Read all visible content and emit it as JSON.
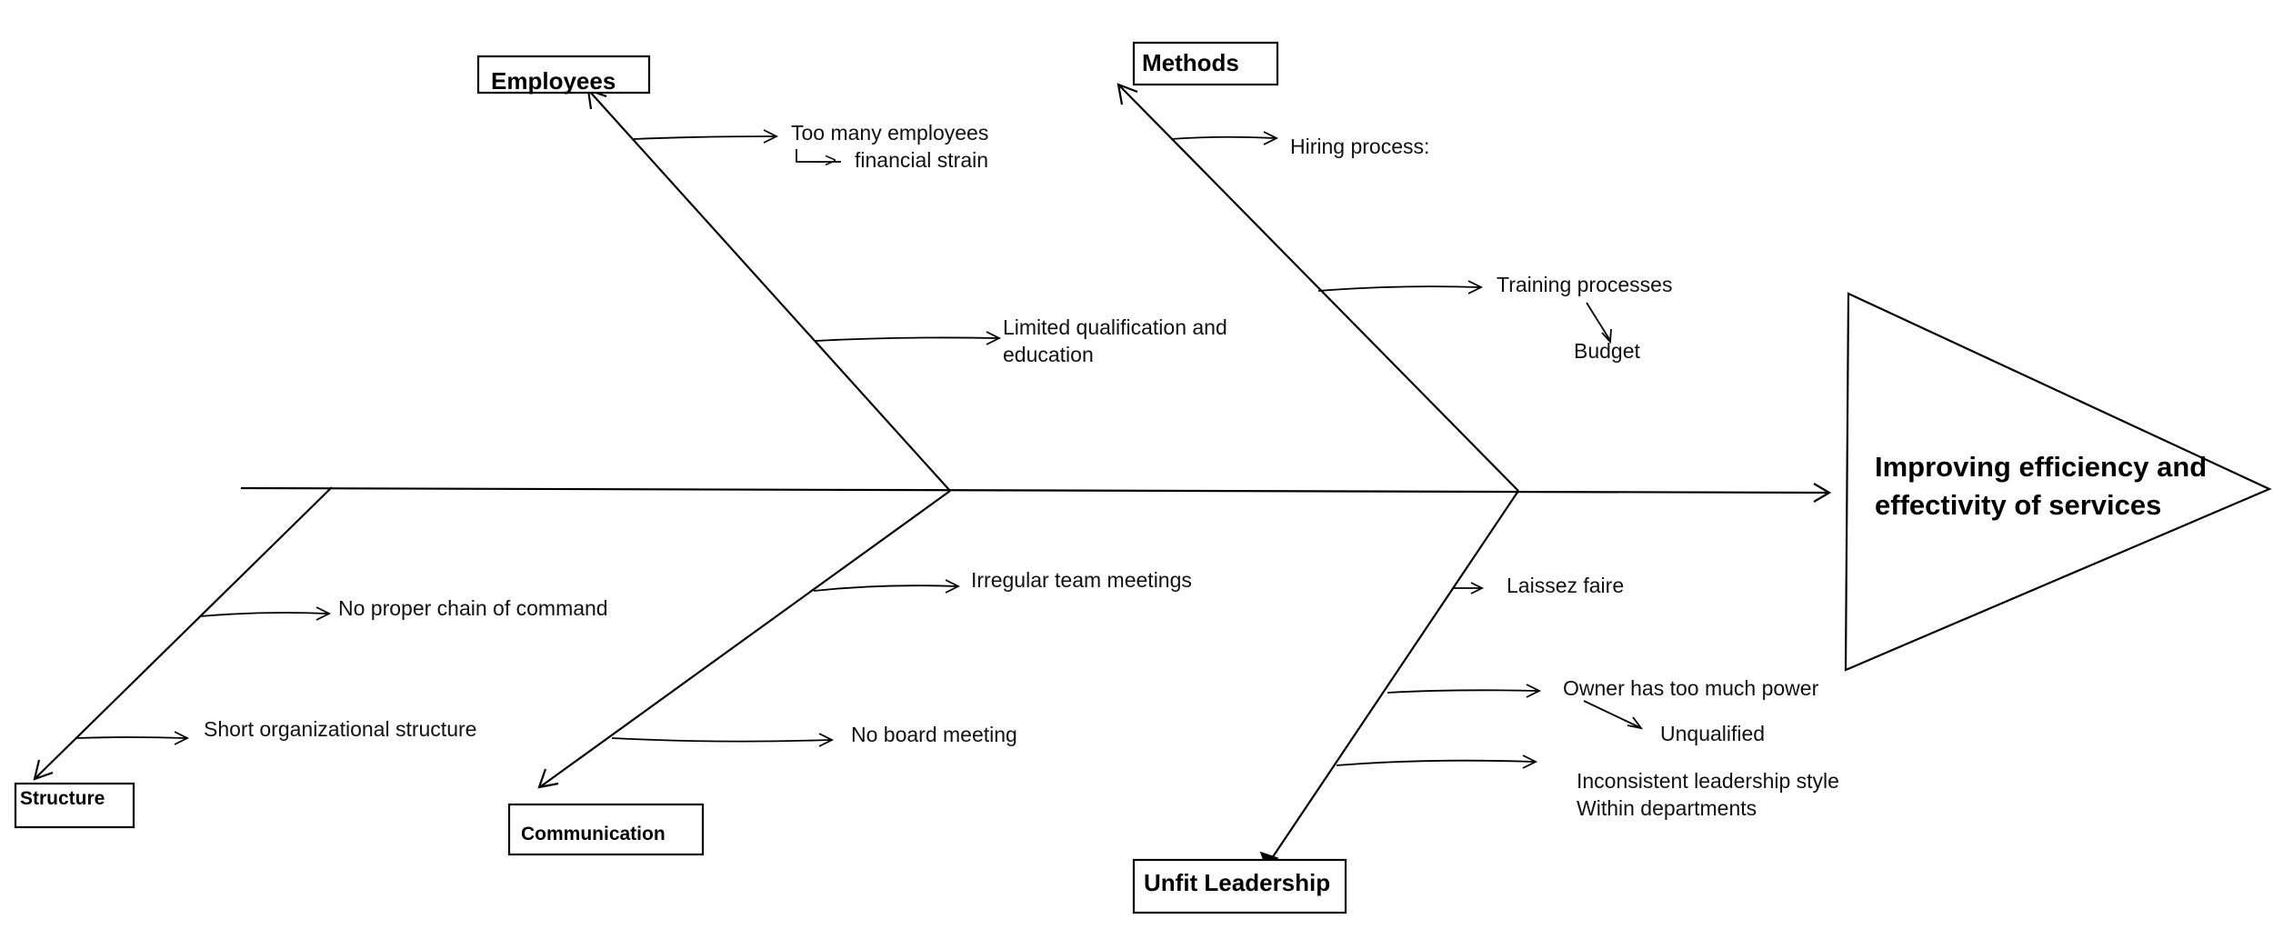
{
  "effect": {
    "line1": "Improving efficiency and",
    "line2": "effectivity of services"
  },
  "categories": {
    "employees": "Employees",
    "methods": "Methods",
    "structure": "Structure",
    "communication": "Communication",
    "leadership": "Unfit Leadership"
  },
  "causes": {
    "employees": {
      "too_many": "Too many employees",
      "financial_strain": "financial strain",
      "qualification_1": "Limited qualification and",
      "qualification_2": "education"
    },
    "methods": {
      "hiring": "Hiring process:",
      "training": "Training processes",
      "budget": "Budget"
    },
    "structure": {
      "chain": "No proper chain of command",
      "short_org": "Short organizational structure"
    },
    "communication": {
      "irregular": "Irregular team meetings",
      "no_board": "No board meeting"
    },
    "leadership": {
      "laissez": "Laissez faire",
      "owner_power": "Owner has too much power",
      "unqualified": "Unqualified",
      "inconsistent_1": "Inconsistent  leadership style",
      "inconsistent_2": "Within departments"
    }
  }
}
